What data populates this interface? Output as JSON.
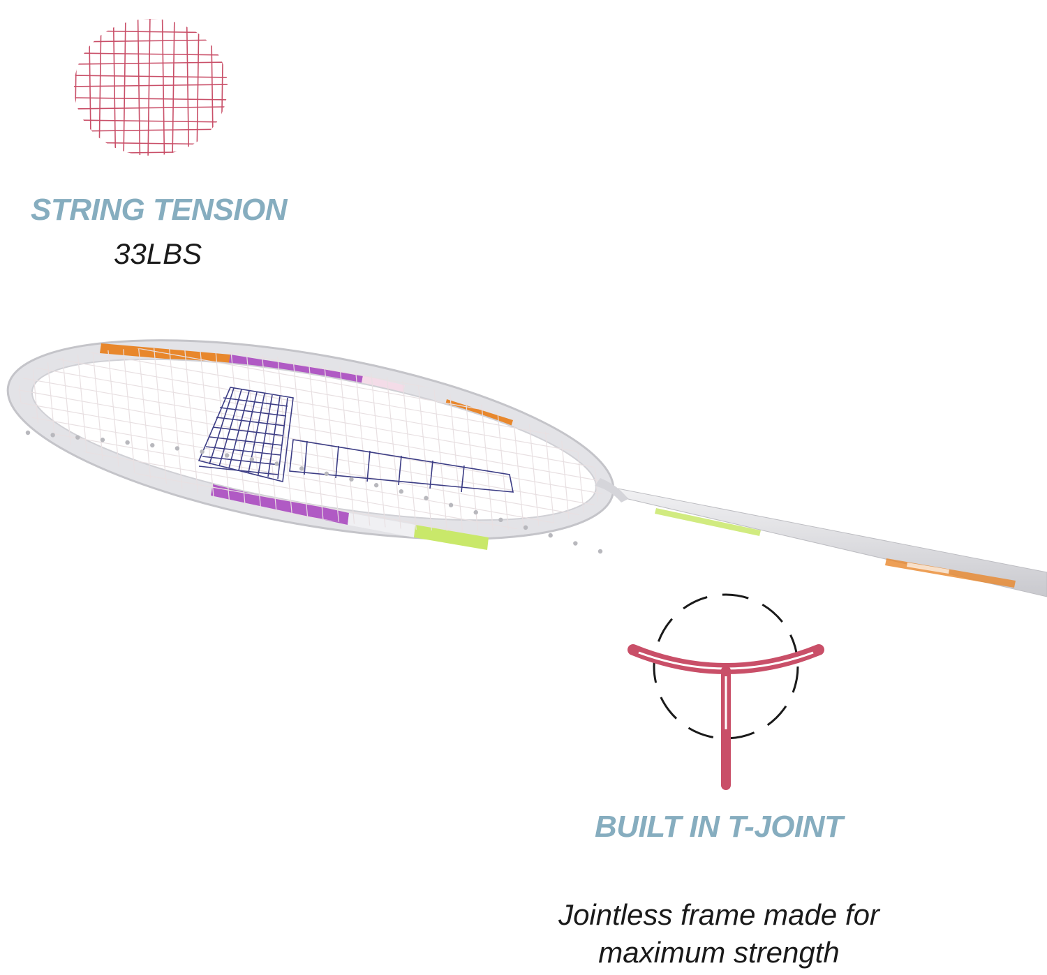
{
  "colors": {
    "accent_text": "#86adbf",
    "string_red": "#c94f68",
    "body_text": "#1a1a1a",
    "frame_silver": "#d8d8dc",
    "tape_orange": "#e8872c",
    "tape_purple": "#b05ac4",
    "tape_lime": "#c9e86a",
    "string_blue": "#3c3d85"
  },
  "icons": {
    "string_mesh": "string-mesh-icon",
    "t_joint": "t-joint-icon",
    "racket": "badminton-racket-image"
  },
  "features": {
    "string_tension": {
      "title": "STRING TENSION",
      "value": "33LBS"
    },
    "t_joint": {
      "title": "BUILT IN T-JOINT",
      "description": "Jointless frame made for maximum strength"
    }
  }
}
